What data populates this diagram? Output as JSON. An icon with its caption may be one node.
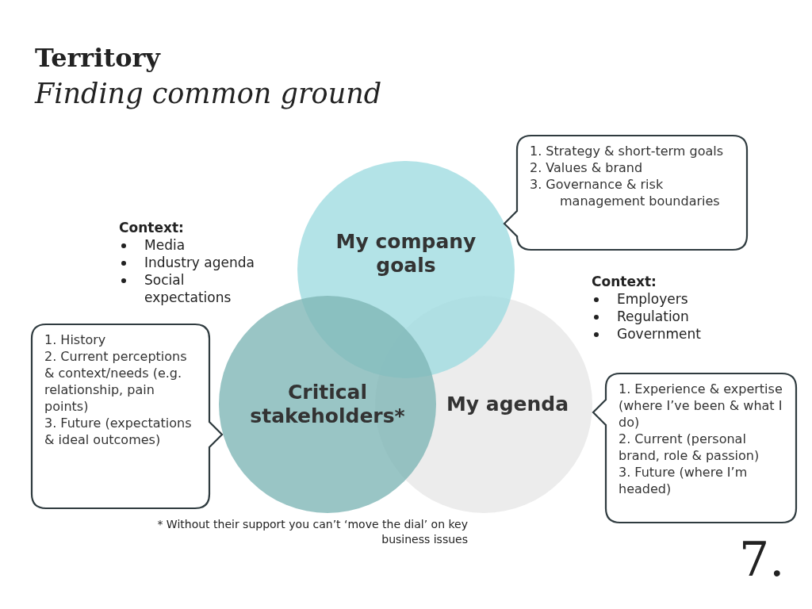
{
  "diagram": {
    "title": "Territory",
    "nodes": [
      {
        "text": [
          "My company goals"
        ]
      },
      {
        "text": [
          "Critical stakeholders*"
        ]
      },
      {
        "text": [
          "My agenda"
        ]
      },
      {
        "text": [
          "1. Strategy & short-term goals",
          "2. Values & brand",
          "3. Governance & risk management boundaries"
        ]
      },
      {
        "text": [
          "1. History",
          "2. Current perceptions & context/needs (e.g. relationship, pain points)",
          "3. Future (expectations & ideal outcomes)"
        ]
      },
      {
        "text": [
          "1. Experience & expertise (where I’ve been & what I do)",
          "2. Current (personal brand, role & passion)",
          "3. Future (where I’m headed)"
        ]
      }
    ],
    "labels": [
      "Finding common ground",
      "Context:",
      "Media",
      "Industry agenda",
      "Social expectations",
      "Context:",
      "Employers",
      "Regulation",
      "Government",
      "* Without their support you can’t ‘move the dial’ on key business issues",
      "7."
    ]
  }
}
